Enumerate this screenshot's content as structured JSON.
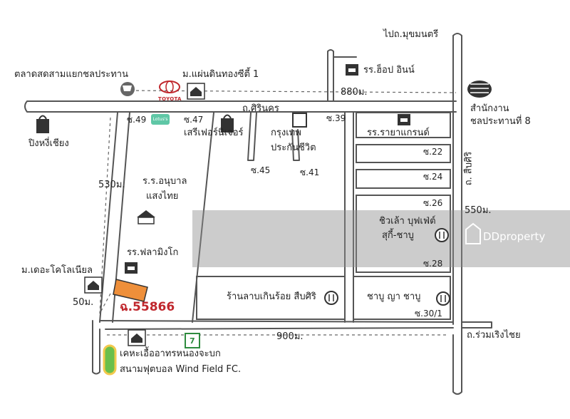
{
  "map": {
    "roads": {
      "north_city": "ไปถ.มุขมนตรี",
      "sirinakhon": "ถ.ศิรินคร",
      "sueb_sirai": "ถ. สืบศิริ",
      "ruam_roengchai": "ถ.ร่วมเริงไชย"
    },
    "distances": {
      "top_road": "880ม.",
      "west_road": "530ม.",
      "to_colonial": "50ม.",
      "bottom_road": "900ม.",
      "right_road": "550ม."
    },
    "sois": {
      "s49": "ซ.49",
      "s47": "ซ.47",
      "s45": "ซ.45",
      "s41": "ซ.41",
      "s39": "ซ.39",
      "s22": "ซ.22",
      "s24": "ซ.24",
      "s26": "ซ.26",
      "s28": "ซ.28",
      "s30_1": "ซ.30/1"
    },
    "places": {
      "market": "ตลาดสดสามแยกชลประทาน",
      "toyota": "TOYOTA",
      "phaendin_village": "ม.แผ่นดินทองซีตี้ 1",
      "hop_inn": "รร.ฮ็อป อินน์",
      "irrigation_office_1": "สำนักงาน",
      "irrigation_office_2": "ชลประทานที่ 8",
      "ping_heng": "ปิงหงี่เชียง",
      "lotus": "Lotus's",
      "sri_furniture": "เสรีเฟอร์นิเจอร์",
      "bkk_insurance_1": "กรุงเทพ",
      "bkk_insurance_2": "ประกันชีวิต",
      "royal_grand": "รร.รายาแกรนด์",
      "kindergarten_1": "ร.ร.อนุบาล",
      "kindergarten_2": "แสงไทย",
      "flamingo": "รร.ฟลามิงโก",
      "colonial_village": "ม.เดอะโคโลเนียล",
      "chill_buffet_1": "ชิวเล้า บุฟเฟ่ต์",
      "chill_buffet_2": "สุกี้-ชาบู",
      "larb_restaurant": "ร้านลาบเกินร้อย สืบศิริ",
      "shabu_ya": "ชาบู ญา ชาบู",
      "community": "เคหะเอื้ออาทรหนองจะบก",
      "football": "สนามฟุตบอล Wind Field FC.",
      "seven_eleven": "7"
    },
    "plot": {
      "code": "ฉ.55866"
    },
    "watermark": "DDproperty",
    "colors": {
      "road": "#555555",
      "plot_fill": "#ee8f3a",
      "plot_text": "#c0272d",
      "lotus": "#5fc7a6",
      "field": "#6abf4b",
      "watermark_band": "#8f8f8f"
    }
  }
}
